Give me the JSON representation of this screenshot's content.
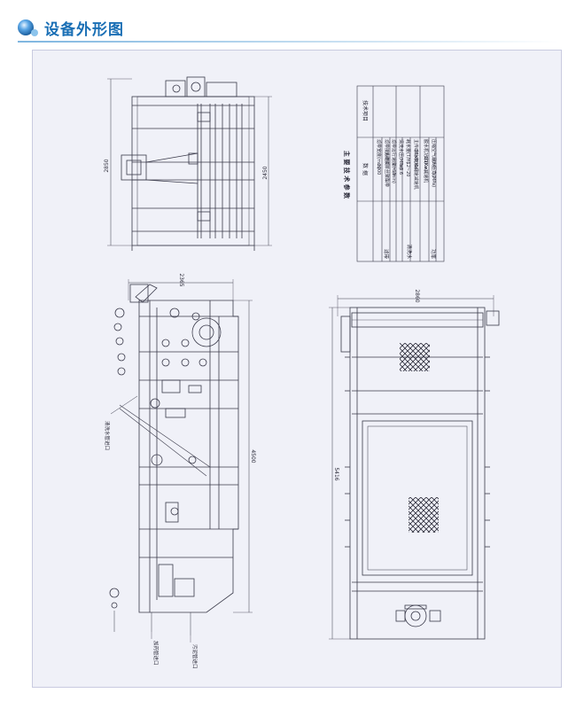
{
  "header": {
    "title": "设备外形图",
    "accent_color": "#1a6fb5",
    "bullet_icon": "blue-sphere-icon"
  },
  "side_view": {
    "dim_height": "2850",
    "dim_inner": "2450"
  },
  "front_view": {
    "dim_width": "2365",
    "dim_height": "4500",
    "label_wash_water": "清洗水管进口",
    "label_feed": "加药管进口",
    "label_sludge": "污泥管进口"
  },
  "plan_view": {
    "dim_width": "2860",
    "dim_length": "5416"
  },
  "spec_table": {
    "title": "主 要 技 术 参 数",
    "header_item": "技术项目",
    "header_value": "数    据",
    "rows": [
      {
        "group": "",
        "item": "滤带宽度(mm)",
        "value": "2000"
      },
      {
        "group": "滤带",
        "item": "滤带接头材质",
        "value": "无缝头单丝聚酯带"
      },
      {
        "group": "",
        "item": "滤带运行速度(m/min)",
        "value": "2~10"
      },
      {
        "group": "",
        "item": "清洗水压(MPa)",
        "value": "≥0.6"
      },
      {
        "group": "清洗水",
        "item": "耗水量(T/H)",
        "value": "12~20"
      },
      {
        "group": "",
        "item": "主传动功率(Kw)",
        "value": "3Kw无级调速减速机"
      },
      {
        "group": "功率",
        "item": "脱水机功率(Kw)",
        "value": "1.1Kw减速机"
      },
      {
        "group": "",
        "item": "压缩空气最大压力(MPa)",
        "value": "0.4~0.7"
      }
    ]
  }
}
